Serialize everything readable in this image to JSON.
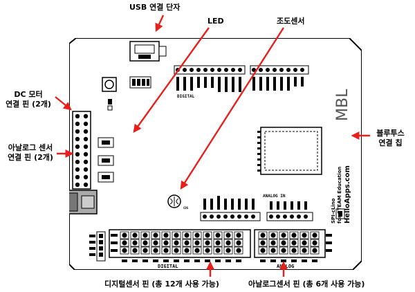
{
  "labels": {
    "usb": "USB 연결 단자",
    "led": "LED",
    "light_sensor": "조도센서",
    "dc_motor_1": "DC 모터",
    "dc_motor_2": "연결 핀 (2개)",
    "analog_sensor_1": "아날로그 센서",
    "analog_sensor_2": "연결 핀 (2개)",
    "bluetooth_1": "블루투스",
    "bluetooth_2": "연결 칩",
    "digital_pins": "디지털센서 핀 (총 12개 사용 가능)",
    "analog_pins": "아날로그센서 핀 (총 6개 사용 가능)"
  },
  "board": {
    "mbl": "MBL",
    "side_text_1": "SPI-cLino",
    "side_text_2": "for STEAM Education",
    "side_text_3": "HelloApps.com",
    "digital_top": "DIGITAL",
    "digital_bottom": "DIGITAL",
    "analog_in": "ANALOG IN",
    "analog_bottom": "ANALOG",
    "cds": "CDS"
  },
  "colors": {
    "arrow": "#e8201c",
    "board_outline": "#000000",
    "pin": "#000000"
  }
}
